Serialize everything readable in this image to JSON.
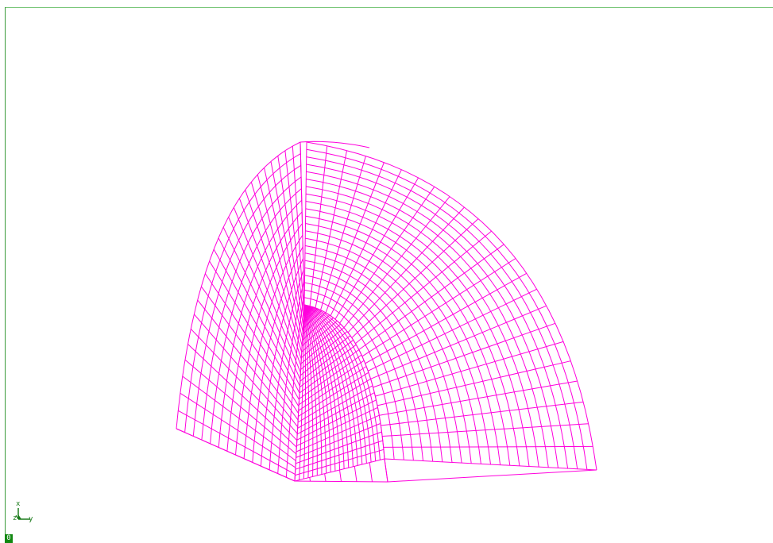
{
  "viewport": {
    "mesh_color": "#ff00dd",
    "frame_color": "#3a9a3a",
    "axis_color": "#1a7a1a"
  },
  "triad": {
    "x_label": "x",
    "y_label": "y",
    "z_label": "z"
  },
  "status": {
    "frame_counter": "0",
    "counter_color": "#118811"
  }
}
